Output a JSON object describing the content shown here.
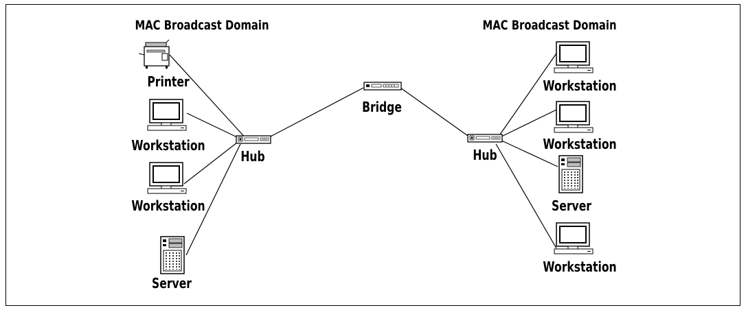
{
  "diagram": {
    "left_domain": {
      "title": "MAC Broadcast Domain",
      "devices": [
        {
          "kind": "printer-icon",
          "label": "Printer"
        },
        {
          "kind": "workstation-icon",
          "label": "Workstation"
        },
        {
          "kind": "workstation-icon",
          "label": "Workstation"
        },
        {
          "kind": "server-icon",
          "label": "Server"
        }
      ],
      "hub_label": "Hub"
    },
    "bridge_label": "Bridge",
    "right_domain": {
      "title": "MAC Broadcast Domain",
      "devices": [
        {
          "kind": "workstation-icon",
          "label": "Workstation"
        },
        {
          "kind": "workstation-icon",
          "label": "Workstation"
        },
        {
          "kind": "server-icon",
          "label": "Server"
        },
        {
          "kind": "workstation-icon",
          "label": "Workstation"
        }
      ],
      "hub_label": "Hub"
    },
    "colors": {
      "line": "#000000",
      "shade": "#bdbdbd"
    }
  }
}
